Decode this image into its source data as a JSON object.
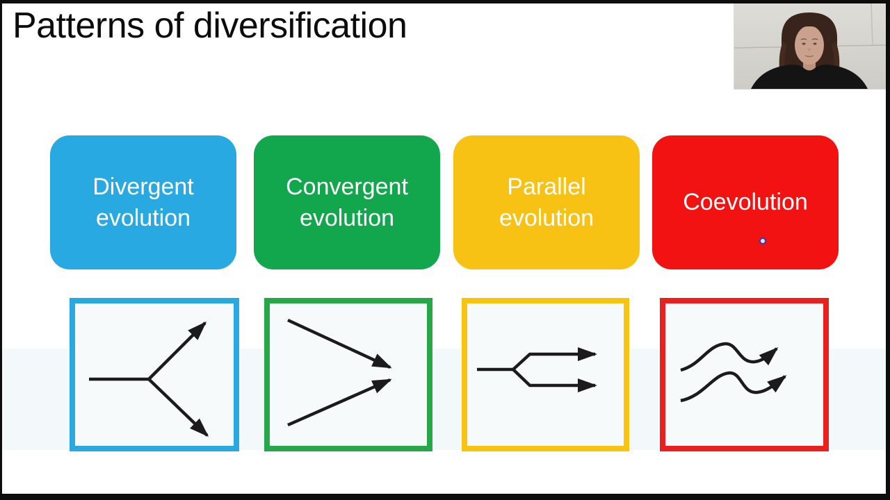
{
  "slide": {
    "title": "Patterns of diversification",
    "cards": [
      {
        "label": "Divergent\nevolution",
        "color": "#29A9E1"
      },
      {
        "label": "Convergent\nevolution",
        "color": "#12A64D"
      },
      {
        "label": "Parallel\nevolution",
        "color": "#F7C213"
      },
      {
        "label": "Coevolution",
        "color": "#F31212"
      }
    ],
    "diagrams": [
      {
        "name": "divergent-arrows",
        "border_color": "#29A9E1"
      },
      {
        "name": "convergent-arrows",
        "border_color": "#27A848"
      },
      {
        "name": "parallel-arrows",
        "border_color": "#F8C40F"
      },
      {
        "name": "coevolution-arrows",
        "border_color": "#E8201E"
      }
    ],
    "text_color_on_cards": "#FFFFFF",
    "arrow_color": "#1b1b1b"
  }
}
